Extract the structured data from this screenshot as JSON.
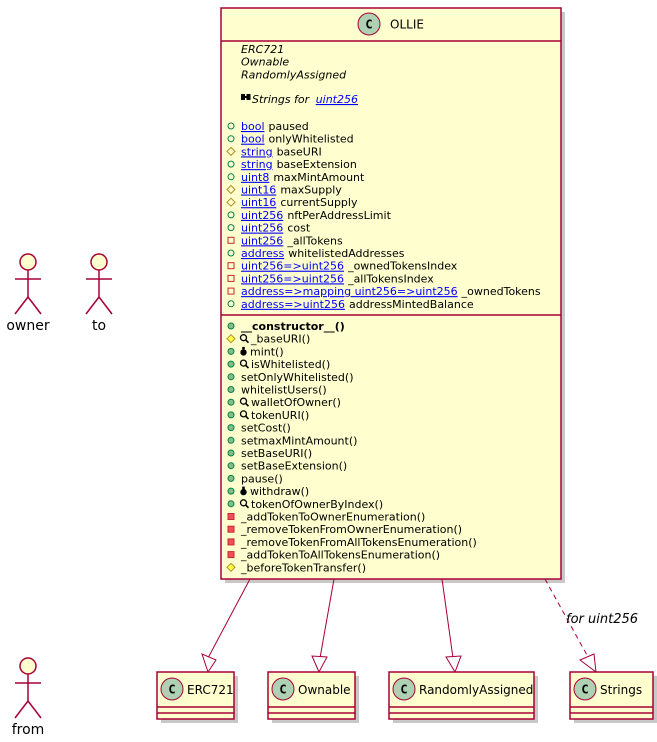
{
  "main_class": {
    "name": "OLLIE",
    "badge": "C",
    "stereotypes": [
      "ERC721",
      "Ownable",
      "RandomlyAssigned"
    ],
    "using": {
      "prefix": "Strings for ",
      "type": "uint256"
    },
    "fields": [
      {
        "vis": "public",
        "type": "bool",
        "name": "paused"
      },
      {
        "vis": "public",
        "type": "bool",
        "name": "onlyWhitelisted"
      },
      {
        "vis": "protected",
        "type": "string",
        "name": "baseURI"
      },
      {
        "vis": "public",
        "type": "string",
        "name": "baseExtension"
      },
      {
        "vis": "public",
        "type": "uint8",
        "name": "maxMintAmount"
      },
      {
        "vis": "protected",
        "type": "uint16",
        "name": "maxSupply"
      },
      {
        "vis": "protected",
        "type": "uint16",
        "name": "currentSupply"
      },
      {
        "vis": "public",
        "type": "uint256",
        "name": "nftPerAddressLimit"
      },
      {
        "vis": "public",
        "type": "uint256",
        "name": "cost"
      },
      {
        "vis": "private",
        "type": "uint256",
        "name": "_allTokens"
      },
      {
        "vis": "public",
        "type": "address",
        "name": "whitelistedAddresses"
      },
      {
        "vis": "private",
        "type": "uint256=>uint256",
        "name": "_ownedTokensIndex"
      },
      {
        "vis": "private",
        "type": "uint256=>uint256",
        "name": "_allTokensIndex"
      },
      {
        "vis": "private",
        "type": "address=>mapping uint256=>uint256",
        "name": "_ownedTokens"
      },
      {
        "vis": "public",
        "type": "address=>uint256",
        "name": "addressMintedBalance"
      }
    ],
    "methods": [
      {
        "vis": "public",
        "prefix": "",
        "name": "__constructor__()",
        "bold": true
      },
      {
        "vis": "protected",
        "prefix": "view",
        "name": "_baseURI()"
      },
      {
        "vis": "public",
        "prefix": "payable",
        "name": "mint()"
      },
      {
        "vis": "public",
        "prefix": "view",
        "name": "isWhitelisted()"
      },
      {
        "vis": "public",
        "prefix": "",
        "name": "setOnlyWhitelisted()"
      },
      {
        "vis": "public",
        "prefix": "",
        "name": "whitelistUsers()"
      },
      {
        "vis": "public",
        "prefix": "view",
        "name": "walletOfOwner()"
      },
      {
        "vis": "public",
        "prefix": "view",
        "name": "tokenURI()"
      },
      {
        "vis": "public",
        "prefix": "",
        "name": "setCost()"
      },
      {
        "vis": "public",
        "prefix": "",
        "name": "setmaxMintAmount()"
      },
      {
        "vis": "public",
        "prefix": "",
        "name": "setBaseURI()"
      },
      {
        "vis": "public",
        "prefix": "",
        "name": "setBaseExtension()"
      },
      {
        "vis": "public",
        "prefix": "",
        "name": "pause()"
      },
      {
        "vis": "public",
        "prefix": "payable",
        "name": "withdraw()"
      },
      {
        "vis": "public",
        "prefix": "view",
        "name": "tokenOfOwnerByIndex()"
      },
      {
        "vis": "private",
        "prefix": "",
        "name": "_addTokenToOwnerEnumeration()"
      },
      {
        "vis": "private",
        "prefix": "",
        "name": "_removeTokenFromOwnerEnumeration()"
      },
      {
        "vis": "private",
        "prefix": "",
        "name": "_removeTokenFromAllTokensEnumeration()"
      },
      {
        "vis": "private",
        "prefix": "",
        "name": "_addTokenToAllTokensEnumeration()"
      },
      {
        "vis": "protected",
        "prefix": "",
        "name": "_beforeTokenTransfer()"
      }
    ]
  },
  "parent_classes": [
    {
      "name": "ERC721",
      "badge": "C"
    },
    {
      "name": "Ownable",
      "badge": "C"
    },
    {
      "name": "RandomlyAssigned",
      "badge": "C"
    },
    {
      "name": "Strings",
      "badge": "C"
    }
  ],
  "dependency_label": "for uint256",
  "actors": [
    {
      "name": "owner"
    },
    {
      "name": "to"
    },
    {
      "name": "from"
    }
  ],
  "colors": {
    "class_fill": "#FEFECE",
    "border": "#A80036",
    "badge": "#ADD1B2",
    "link": "#0000FF"
  }
}
